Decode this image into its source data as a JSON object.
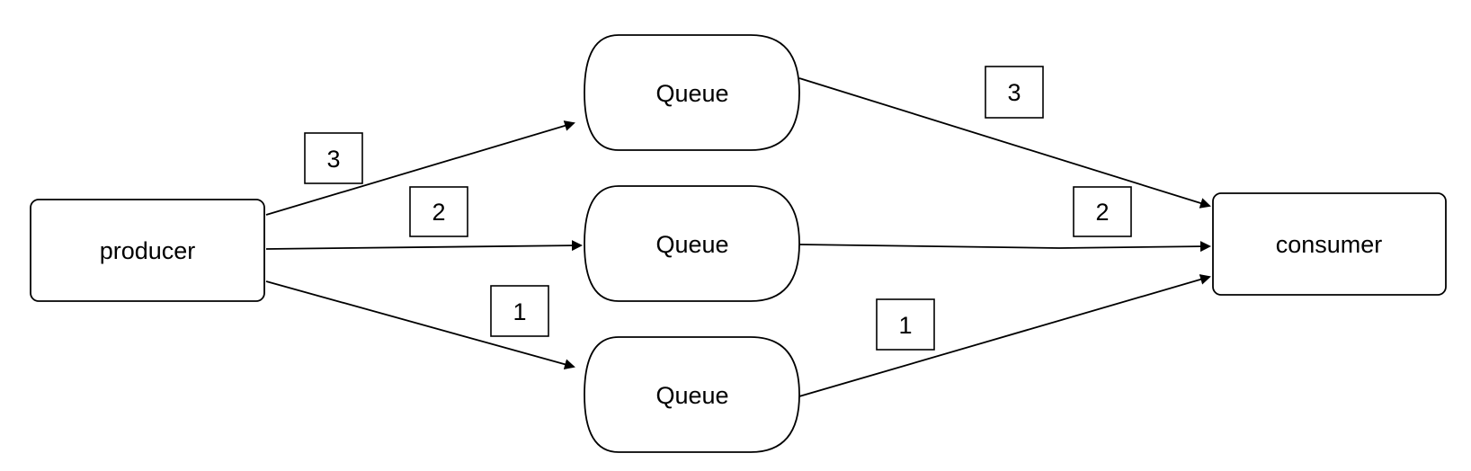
{
  "nodes": {
    "producer": {
      "label": "producer"
    },
    "consumer": {
      "label": "consumer"
    },
    "queues": [
      {
        "label": "Queue"
      },
      {
        "label": "Queue"
      },
      {
        "label": "Queue"
      }
    ]
  },
  "edge_labels": {
    "producer_to_top": "3",
    "producer_to_middle": "2",
    "producer_to_bottom": "1",
    "top_to_consumer": "3",
    "middle_to_consumer": "2",
    "bottom_to_consumer": "1"
  },
  "colors": {
    "stroke": "#000000",
    "fill": "#ffffff",
    "text": "#000000"
  }
}
